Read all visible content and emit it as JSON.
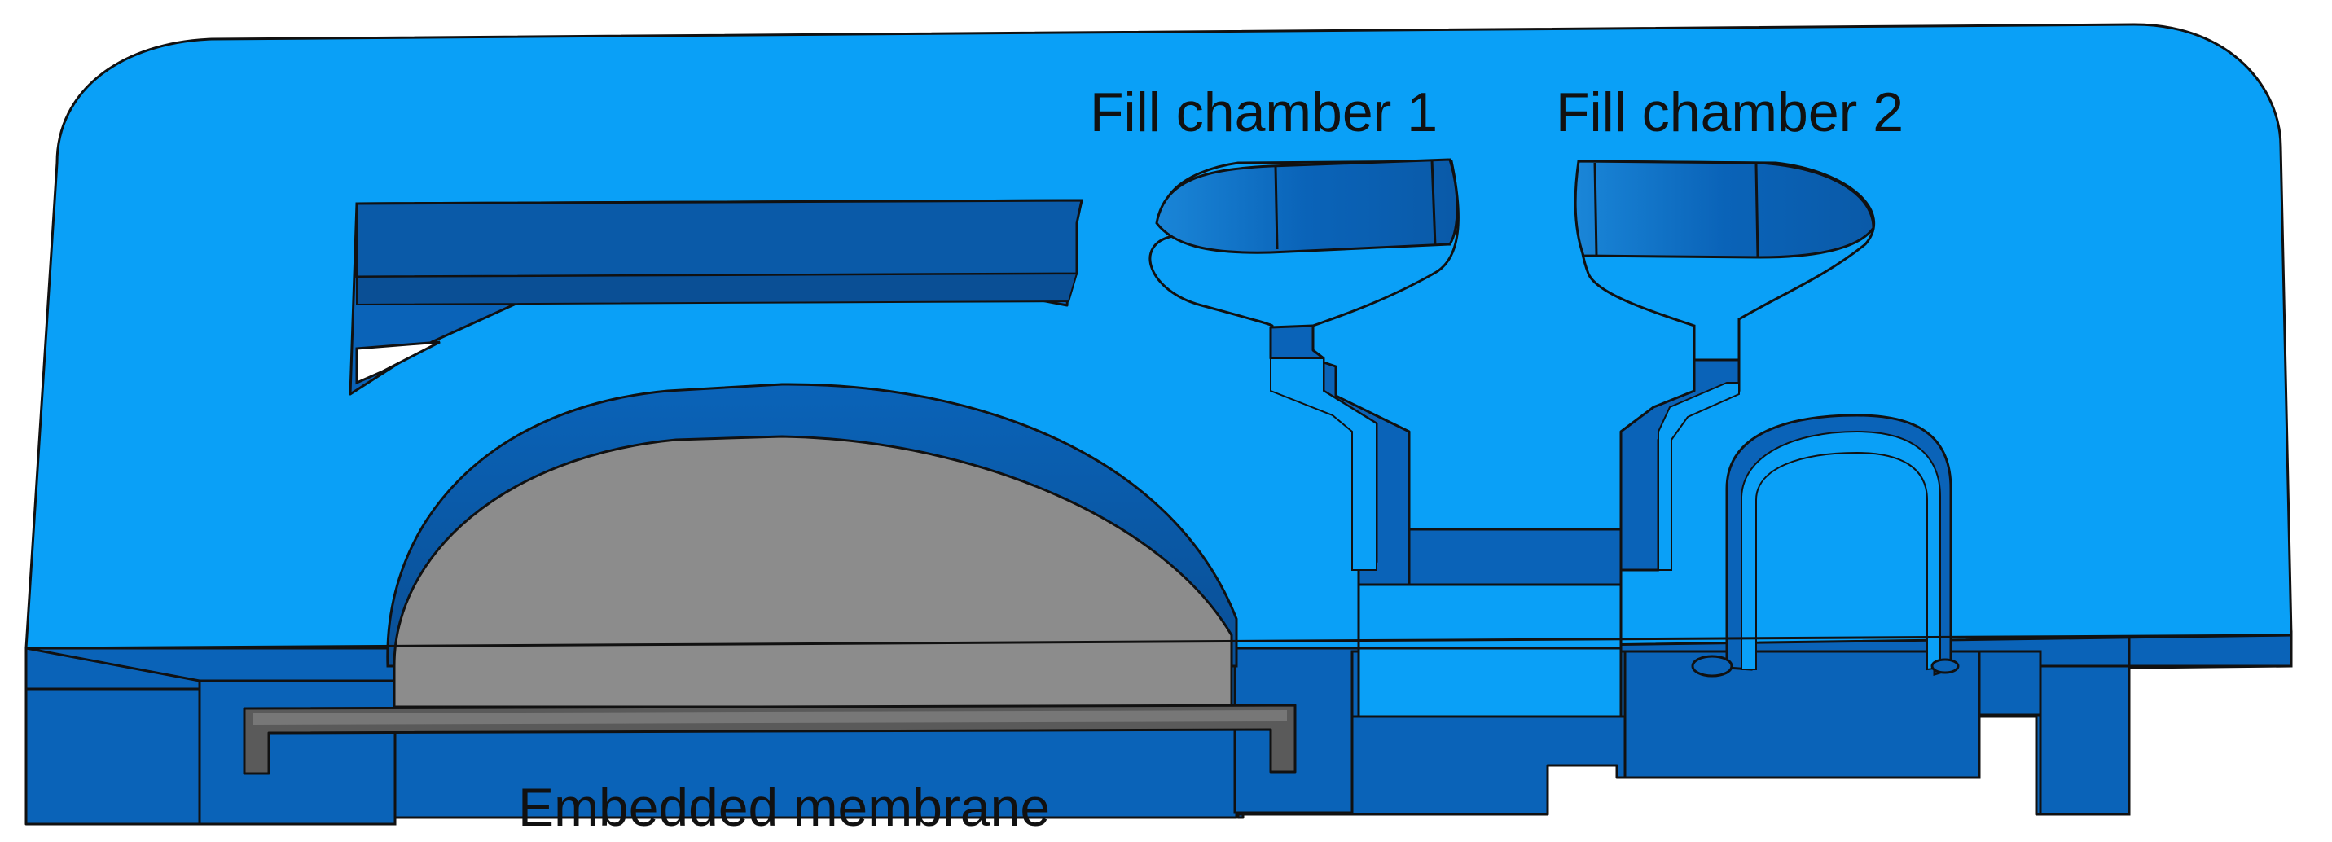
{
  "labels": {
    "fill_chamber_1": "Fill chamber 1",
    "fill_chamber_2": "Fill chamber 2",
    "embedded_membrane": "Embedded membrane"
  },
  "colors": {
    "body_top": "#0aa0f7",
    "body_side": "#0a63b8",
    "body_side_dark": "#084f96",
    "membrane": "#8c8c8c",
    "membrane_frame": "#5a5a5a",
    "outline": "#111111",
    "background": "#ffffff"
  }
}
